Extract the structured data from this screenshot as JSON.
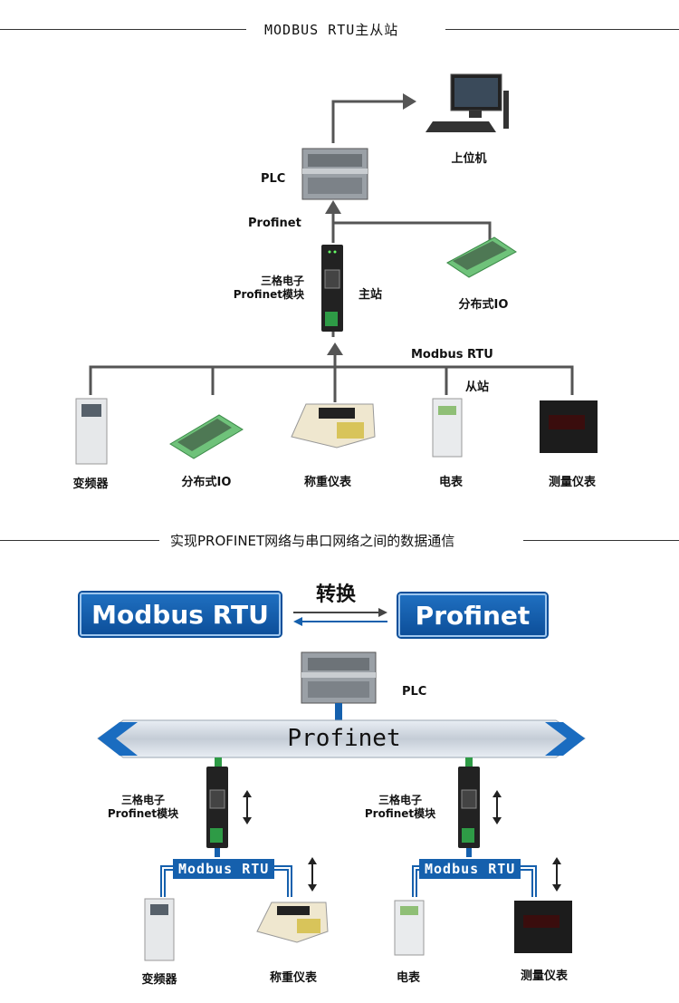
{
  "section1": {
    "title": "MODBUS RTU主从站",
    "plc_label": "PLC",
    "profinet_label": "Profinet",
    "computer_label": "上位机",
    "module_label_1": "三格电子",
    "module_label_2": "Profinet模块",
    "master_label": "主站",
    "distributed_io_label": "分布式IO",
    "modbus_rtu_label": "Modbus RTU",
    "slave_label": "从站",
    "devices": [
      "变频器",
      "分布式IO",
      "称重仪表",
      "电表",
      "测量仪表"
    ]
  },
  "section2": {
    "title": "实现PROFINET网络与串口网络之间的数据通信",
    "left_box": "Modbus RTU",
    "right_box": "Profinet",
    "convert_label": "转换",
    "plc_label": "PLC",
    "bus_label": "Profinet",
    "left_module_1": "三格电子",
    "left_module_2": "Profinet模块",
    "right_module_1": "三格电子",
    "right_module_2": "Profinet模块",
    "left_rtu": "Modbus RTU",
    "right_rtu": "Modbus RTU",
    "devices_left": [
      "变频器",
      "称重仪表"
    ],
    "devices_right": [
      "电表",
      "测量仪表"
    ]
  },
  "colors": {
    "line": "#555555",
    "blue": "#1560ad",
    "box_blue": "#0d4f9a"
  }
}
